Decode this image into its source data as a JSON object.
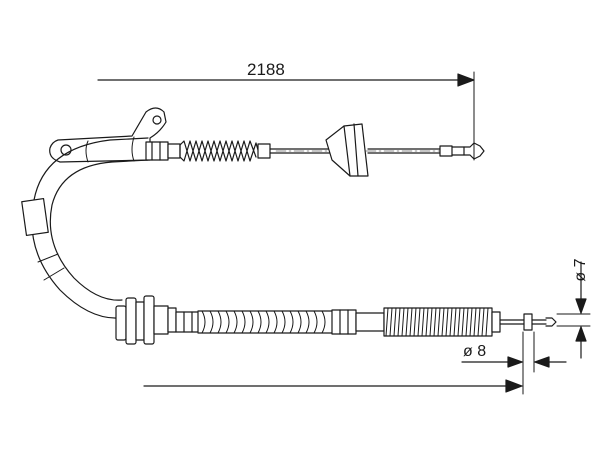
{
  "dimensions": {
    "overall_length": "2188",
    "diameter_large": "ø 8",
    "diameter_small": "ø 7"
  }
}
